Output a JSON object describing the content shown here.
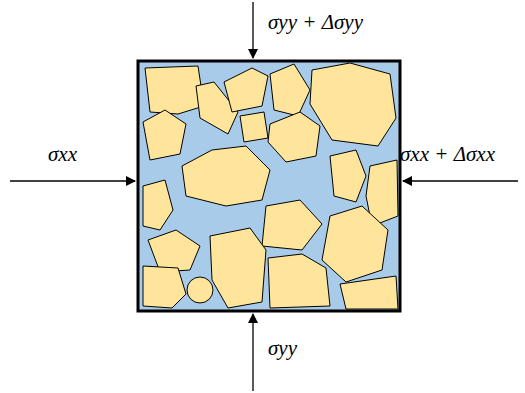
{
  "diagram": {
    "labels": [
      "σyy + Δσyy",
      "σxx",
      "σxx + Δσxx",
      "σyy"
    ]
  }
}
